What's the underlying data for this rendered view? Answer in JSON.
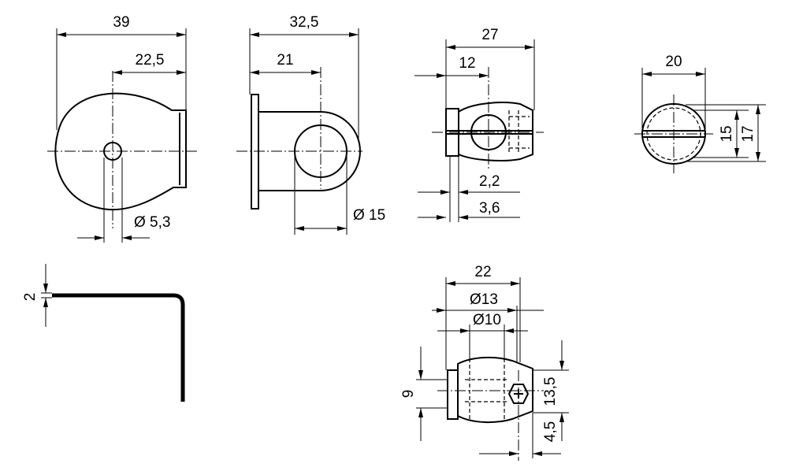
{
  "drawing": {
    "stroke_color": "#000000",
    "background": "#ffffff",
    "dimensions": {
      "front_width": "39",
      "front_offset": "22,5",
      "front_hole": "Ø 5,3",
      "side_width": "32,5",
      "side_offset": "21",
      "side_bore": "Ø 15",
      "top_width": "27",
      "top_offset": "12",
      "top_plate_a": "2,2",
      "top_plate_b": "3,6",
      "end_width": "20",
      "end_inner": "15",
      "end_outer": "17",
      "bracket_thickness": "2",
      "clamp_width": "22",
      "clamp_outer_dia": "Ø13",
      "clamp_inner_dia": "Ø10",
      "clamp_height": "9",
      "clamp_depth": "13,5",
      "clamp_screw": "4,5"
    }
  }
}
